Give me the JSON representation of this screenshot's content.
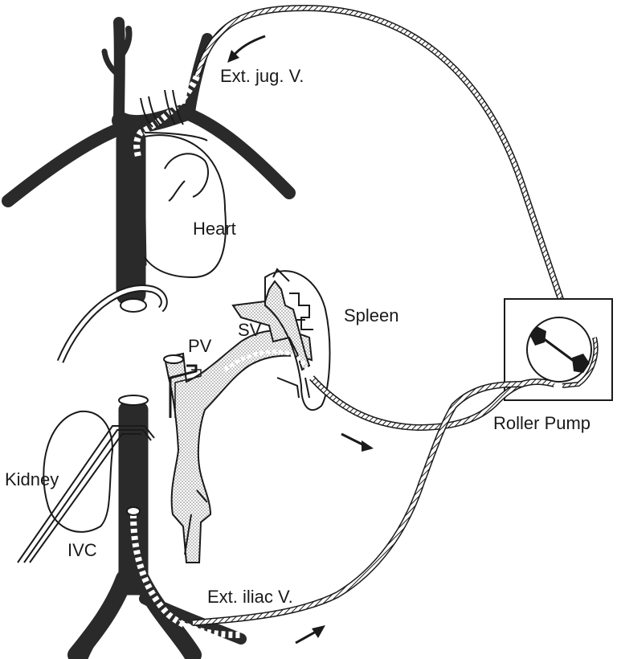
{
  "labels": {
    "ext_jug": "Ext. jug. V.",
    "heart": "Heart",
    "spleen": "Spleen",
    "pv": "PV",
    "sv": "SV",
    "roller_pump": "Roller Pump",
    "kidney": "Kidney",
    "ivc": "IVC",
    "ext_iliac": "Ext. iliac V."
  },
  "colors": {
    "vessel": "#2a2a2a",
    "stroke": "#1a1a1a",
    "stipple": "#d9d9d9",
    "background": "#ffffff"
  }
}
